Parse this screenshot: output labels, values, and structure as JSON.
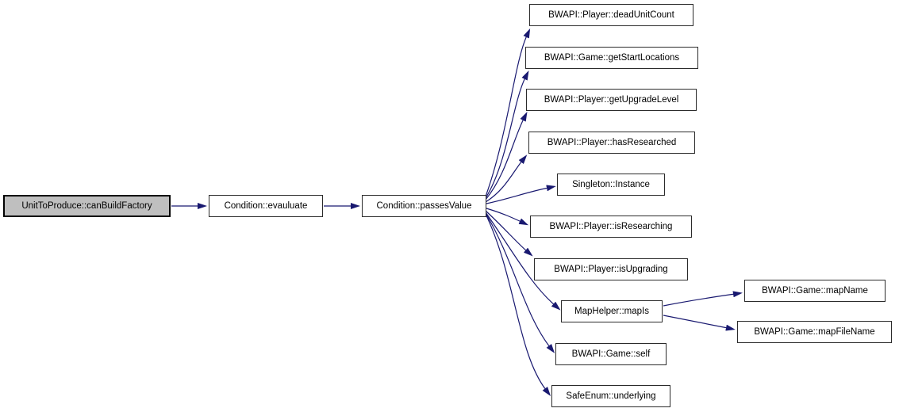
{
  "diagram": {
    "kind": "doxygen-call-graph",
    "colors": {
      "background": "#ffffff",
      "edge": "#191970",
      "node_border": "#2b2b2b",
      "node_fill": "#ffffff",
      "highlight_node_fill": "#bfbfbf",
      "text": "#000000"
    },
    "nodes": [
      {
        "id": "canBuildFactory",
        "label": "UnitToProduce::canBuildFactory",
        "highlighted": true
      },
      {
        "id": "evauluate",
        "label": "Condition::evauluate"
      },
      {
        "id": "passesValue",
        "label": "Condition::passesValue"
      },
      {
        "id": "deadUnitCount",
        "label": "BWAPI::Player::deadUnitCount"
      },
      {
        "id": "getStartLocations",
        "label": "BWAPI::Game::getStartLocations"
      },
      {
        "id": "getUpgradeLevel",
        "label": "BWAPI::Player::getUpgradeLevel"
      },
      {
        "id": "hasResearched",
        "label": "BWAPI::Player::hasResearched"
      },
      {
        "id": "instance",
        "label": "Singleton::Instance"
      },
      {
        "id": "isResearching",
        "label": "BWAPI::Player::isResearching"
      },
      {
        "id": "isUpgrading",
        "label": "BWAPI::Player::isUpgrading"
      },
      {
        "id": "mapIs",
        "label": "MapHelper::mapIs"
      },
      {
        "id": "self",
        "label": "BWAPI::Game::self"
      },
      {
        "id": "underlying",
        "label": "SafeEnum::underlying"
      },
      {
        "id": "mapName",
        "label": "BWAPI::Game::mapName"
      },
      {
        "id": "mapFileName",
        "label": "BWAPI::Game::mapFileName"
      }
    ],
    "edges": [
      {
        "from": "canBuildFactory",
        "to": "evauluate"
      },
      {
        "from": "evauluate",
        "to": "passesValue"
      },
      {
        "from": "passesValue",
        "to": "deadUnitCount"
      },
      {
        "from": "passesValue",
        "to": "getStartLocations"
      },
      {
        "from": "passesValue",
        "to": "getUpgradeLevel"
      },
      {
        "from": "passesValue",
        "to": "hasResearched"
      },
      {
        "from": "passesValue",
        "to": "instance"
      },
      {
        "from": "passesValue",
        "to": "isResearching"
      },
      {
        "from": "passesValue",
        "to": "isUpgrading"
      },
      {
        "from": "passesValue",
        "to": "mapIs"
      },
      {
        "from": "passesValue",
        "to": "self"
      },
      {
        "from": "passesValue",
        "to": "underlying"
      },
      {
        "from": "mapIs",
        "to": "mapName"
      },
      {
        "from": "mapIs",
        "to": "mapFileName"
      }
    ]
  }
}
